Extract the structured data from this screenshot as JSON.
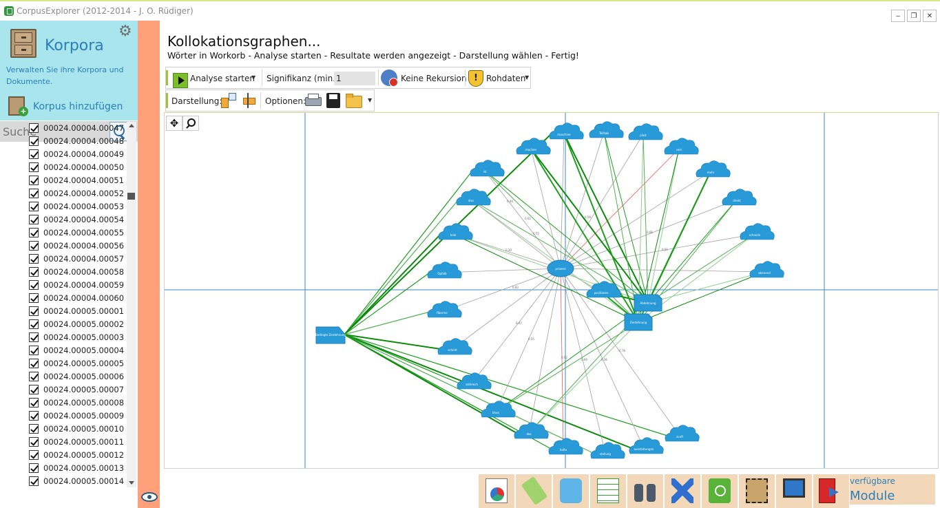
{
  "window": {
    "title": "CorpusExplorer (2012-2014 - J. O. Rüdiger)",
    "minimize_label": "–",
    "restore_label": "❐",
    "close_label": "✕"
  },
  "sidebar": {
    "title": "Korpora",
    "description": "Verwalten Sie ihre Korpora und Dokumente.",
    "add_corpus_label": "Korpus hinzufügen",
    "search_placeholder": "Suche",
    "documents": [
      "00024.00004.00047",
      "00024.00004.00048",
      "00024.00004.00049",
      "00024.00004.00050",
      "00024.00004.00051",
      "00024.00004.00052",
      "00024.00004.00053",
      "00024.00004.00054",
      "00024.00004.00055",
      "00024.00004.00056",
      "00024.00004.00057",
      "00024.00004.00058",
      "00024.00004.00059",
      "00024.00004.00060",
      "00024.00005.00001",
      "00024.00005.00002",
      "00024.00005.00003",
      "00024.00005.00004",
      "00024.00005.00005",
      "00024.00005.00006",
      "00024.00005.00007",
      "00024.00005.00008",
      "00024.00005.00009",
      "00024.00005.00010",
      "00024.00005.00011",
      "00024.00005.00012",
      "00024.00005.00013",
      "00024.00005.00014"
    ]
  },
  "main": {
    "title": "Kollokationsgraphen...",
    "subtitle": "Wörter in Workorb - Analyse starten - Resultate werden angezeigt - Darstellung wählen - Fertig!",
    "toolbar1": {
      "analyze_label": "Analyse starten",
      "significance_label": "Signifikanz (min.):",
      "significance_value": "1",
      "recursion_label": "Keine Rekursion",
      "raw_label": "Rohdaten"
    },
    "toolbar2": {
      "display_label": "Darstellung:",
      "options_label": "Optionen:"
    }
  },
  "graph": {
    "center": "prozess",
    "hub": "Bedingte Zerdehnung",
    "rect_nodes": [
      "Abdehnung",
      "Zerdehnung"
    ],
    "cloud_nodes": [
      "maschine",
      "ist",
      "dies",
      "teile",
      "Opfolb",
      "fiberme",
      "schnitt",
      "zahlreich",
      "machen",
      "Teilhab",
      "plast",
      "sein",
      "mehr",
      "direkt",
      "schnelln",
      "abenend",
      "positionen",
      "bloss",
      "das",
      "hafte",
      "stellung",
      "ausstattungen",
      "zunft"
    ],
    "edge_labels": [
      "0.44",
      "0.61",
      "0.58",
      "0.72",
      "0.39",
      "0.66",
      "0.51",
      "0.83",
      "0.47",
      "0.55",
      "0.69",
      "0.92",
      "0.36",
      "0.78"
    ]
  },
  "modules": {
    "label_small": "verfügbare",
    "label_big": "Module"
  }
}
